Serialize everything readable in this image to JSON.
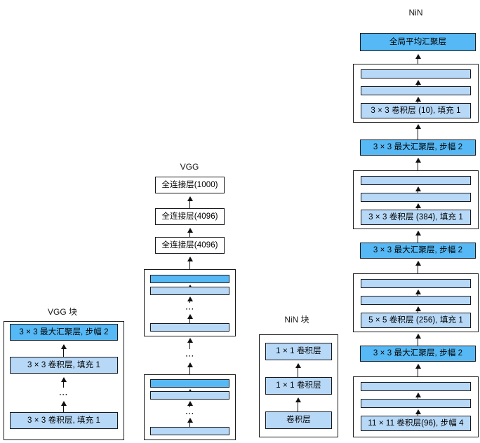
{
  "figure": {
    "type": "diagram",
    "description": "Comparison of VGG and NiN network architectures",
    "colors": {
      "pool_blue": "#56b8f4",
      "conv_blue": "#b7d8f6",
      "fc_white": "#ffffff",
      "outline": "#19191f",
      "background": "#ffffff"
    }
  },
  "vgg_block": {
    "title": "VGG 块",
    "layers": [
      {
        "label": "3 × 3 最大汇聚层, 步幅 2",
        "style": "dark"
      },
      {
        "label": "3 × 3 卷积层, 填充 1",
        "style": "light"
      },
      {
        "label": "⋯",
        "style": "ellipsis"
      },
      {
        "label": "3 × 3 卷积层, 填充 1",
        "style": "light"
      }
    ]
  },
  "vgg": {
    "title": "VGG",
    "fc_layers": [
      {
        "label": "全连接层(1000)"
      },
      {
        "label": "全连接层(4096)"
      },
      {
        "label": "全连接层(4096)"
      }
    ],
    "blocks": [
      {
        "name": "vgg-block-upper",
        "bars": [
          {
            "style": "dark"
          },
          {
            "style": "light"
          },
          {
            "style": "ellipsis",
            "label": "⋯"
          },
          {
            "style": "light"
          }
        ]
      },
      {
        "name": "vgg-block-lower",
        "bars": [
          {
            "style": "dark"
          },
          {
            "style": "light"
          },
          {
            "style": "ellipsis",
            "label": "⋯"
          },
          {
            "style": "light"
          }
        ]
      }
    ],
    "between_blocks_ellipsis": "⋯"
  },
  "nin_block": {
    "title": "NiN 块",
    "layers": [
      {
        "label": "1 × 1 卷积层",
        "style": "light"
      },
      {
        "label": "1 × 1 卷积层",
        "style": "light"
      },
      {
        "label": "卷积层",
        "style": "light"
      }
    ]
  },
  "nin": {
    "title": "NiN",
    "global_pool": {
      "label": "全局平均汇聚层",
      "style": "dark"
    },
    "stages": [
      {
        "name": "nin-stage-4",
        "type": "block",
        "bars": [
          {
            "style": "light",
            "label": ""
          },
          {
            "style": "light",
            "label": ""
          },
          {
            "style": "light",
            "label": "3 × 3 卷积层 (10), 填充 1"
          }
        ]
      },
      {
        "name": "nin-pool-3",
        "type": "pool",
        "label": "3 × 3 最大汇聚层, 步幅 2",
        "style": "dark"
      },
      {
        "name": "nin-stage-3",
        "type": "block",
        "bars": [
          {
            "style": "light",
            "label": ""
          },
          {
            "style": "light",
            "label": ""
          },
          {
            "style": "light",
            "label": "3 × 3 卷积层 (384), 填充 1"
          }
        ]
      },
      {
        "name": "nin-pool-2",
        "type": "pool",
        "label": "3 × 3 最大汇聚层, 步幅 2",
        "style": "dark"
      },
      {
        "name": "nin-stage-2",
        "type": "block",
        "bars": [
          {
            "style": "light",
            "label": ""
          },
          {
            "style": "light",
            "label": ""
          },
          {
            "style": "light",
            "label": "5 × 5 卷积层 (256), 填充 1"
          }
        ]
      },
      {
        "name": "nin-pool-1",
        "type": "pool",
        "label": "3 × 3 最大汇聚层, 步幅 2",
        "style": "dark"
      },
      {
        "name": "nin-stage-1",
        "type": "block",
        "bars": [
          {
            "style": "light",
            "label": ""
          },
          {
            "style": "light",
            "label": ""
          },
          {
            "style": "light",
            "label": "11 × 11 卷积层(96), 步幅 4"
          }
        ]
      }
    ]
  }
}
